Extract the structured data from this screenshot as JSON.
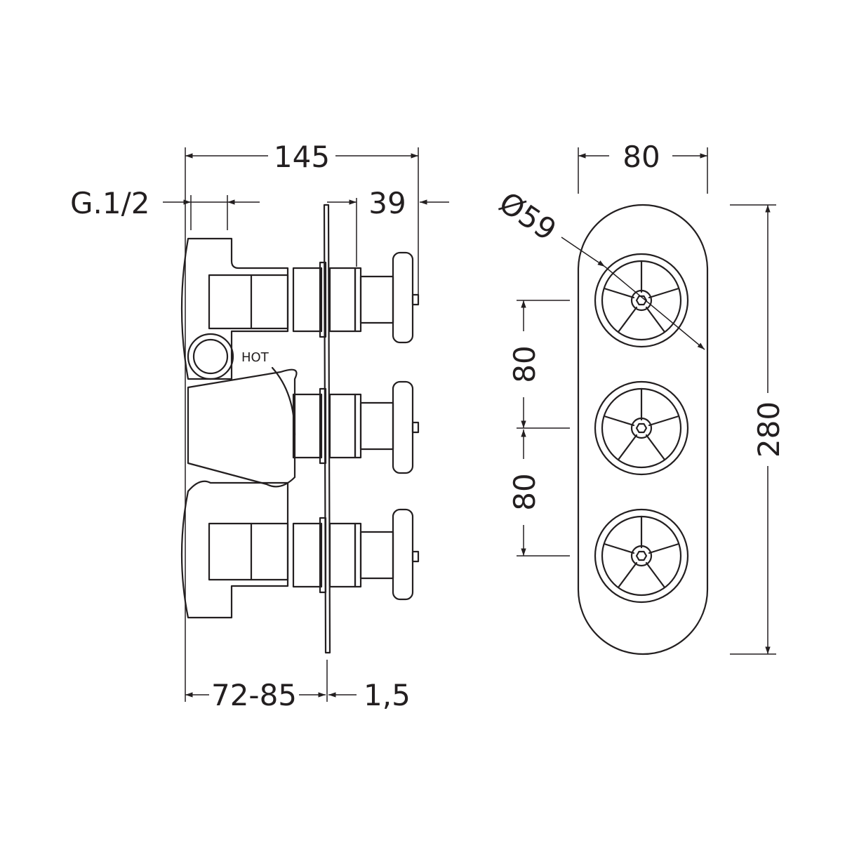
{
  "side_view": {
    "label_hot": "HOT",
    "dims": {
      "overall_depth": "145",
      "inlet_thread": "G.1/2",
      "handle_projection": "39",
      "wall_depth_range": "72-85",
      "plate_thickness": "1,5"
    }
  },
  "front_view": {
    "dims": {
      "plate_width": "80",
      "handle_diameter": "Ø59",
      "handle_spacing_upper": "80",
      "handle_spacing_lower": "80",
      "plate_height": "280"
    }
  },
  "colors": {
    "line": "#231f20",
    "background": "#ffffff"
  }
}
